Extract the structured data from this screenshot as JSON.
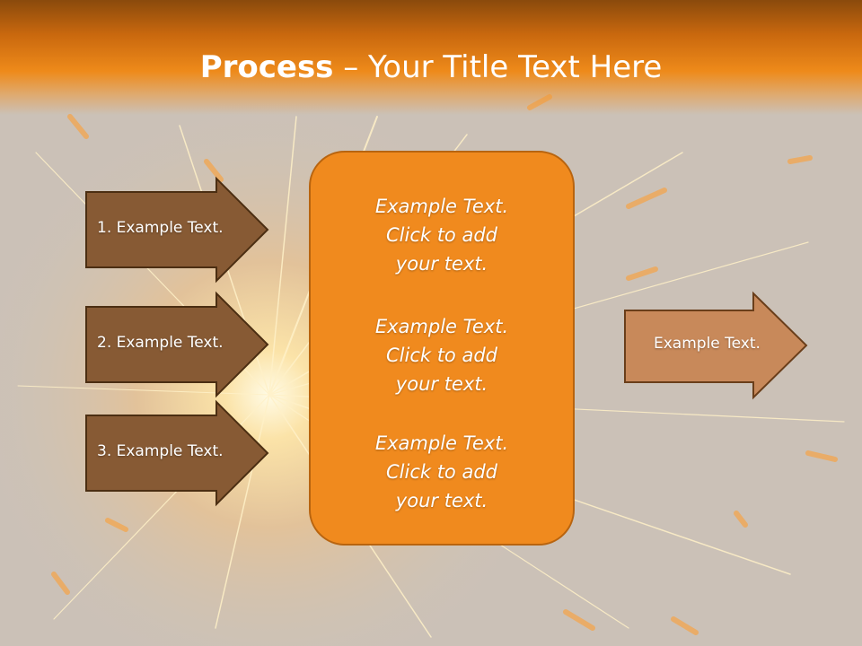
{
  "title": {
    "bold": "Process",
    "rest": " – Your Title Text Here"
  },
  "left_arrows": [
    {
      "label": "1. Example Text."
    },
    {
      "label": "2. Example Text."
    },
    {
      "label": "3. Example Text."
    }
  ],
  "center_box": {
    "paragraphs": [
      {
        "line1": "Example Text.",
        "line2": "Click  to add",
        "line3": "your text."
      },
      {
        "line1": "Example Text.",
        "line2": "Click  to add",
        "line3": "your text."
      },
      {
        "line1": "Example Text.",
        "line2": "Click  to add",
        "line3": "your text."
      }
    ]
  },
  "right_arrow": {
    "label": "Example Text."
  },
  "colors": {
    "header": "#ee8a1a",
    "left_arrow_fill": "#875a34",
    "center_fill": "#f08a1e",
    "right_arrow_fill": "#c8895a"
  }
}
